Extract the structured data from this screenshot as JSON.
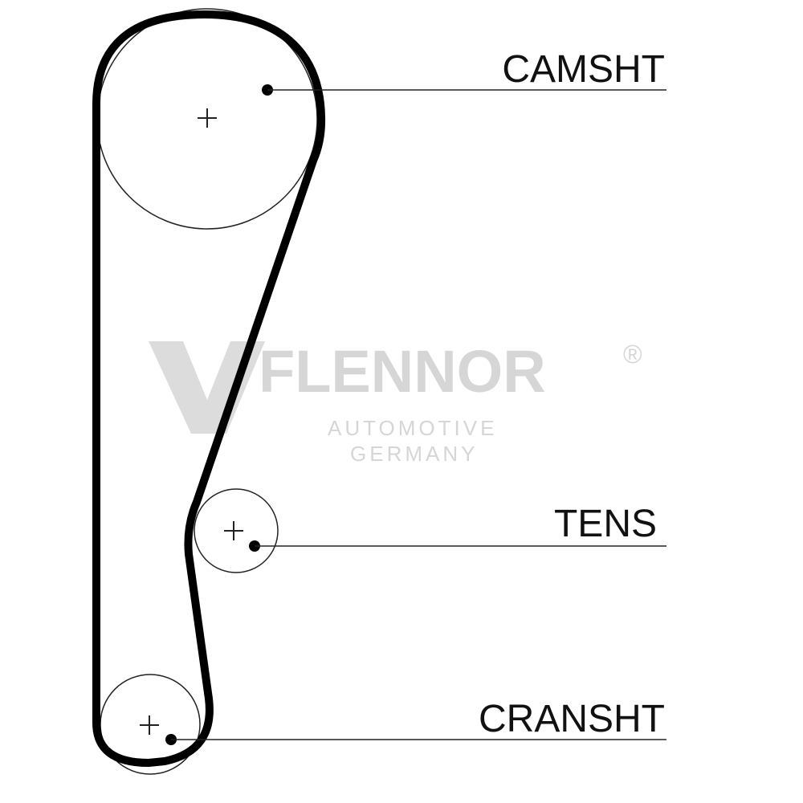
{
  "colors": {
    "belt": "#000000",
    "line": "#222222",
    "text": "#111111",
    "watermark": "#d6d6d6"
  },
  "watermark": {
    "brand": "FLENNOR",
    "registered": "®",
    "line1": "AUTOMOTIVE",
    "line2": "GERMANY"
  },
  "labels": {
    "camshaft": "CAMSHT",
    "tensioner": "TENS",
    "crankshaft": "CRANSHT"
  },
  "icons": {
    "center_mark": "plus-icon",
    "callout_dot": "dot-icon"
  }
}
